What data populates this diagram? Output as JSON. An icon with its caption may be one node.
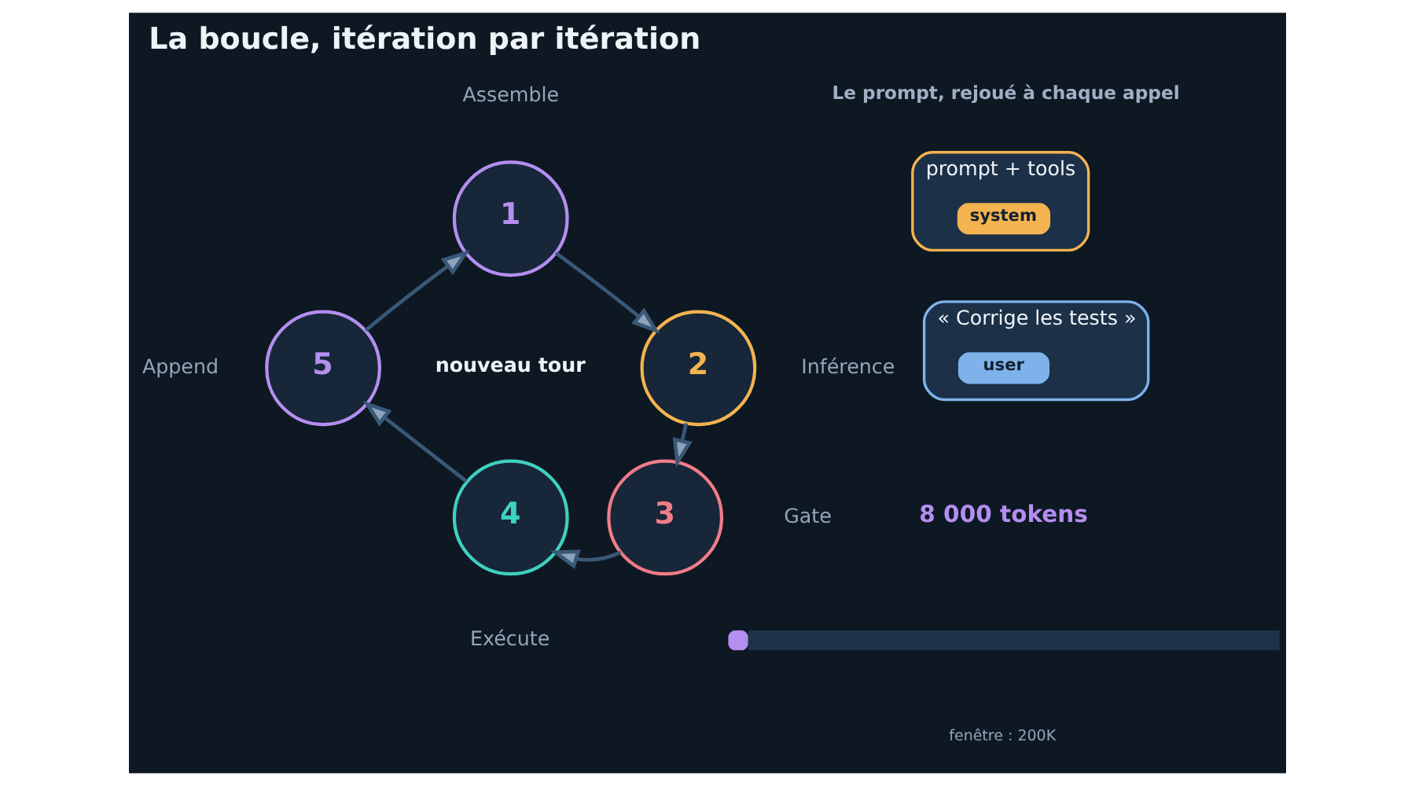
{
  "diagram": {
    "title": "La boucle, itération par itération",
    "nodes": [
      {
        "text": [
          "1"
        ],
        "beside": [
          "Assemble"
        ]
      },
      {
        "text": [
          "2"
        ],
        "beside": [
          "Inférence"
        ]
      },
      {
        "text": [
          "3"
        ],
        "beside": [
          "Gate"
        ]
      },
      {
        "text": [
          "4"
        ],
        "beside": [
          "Exécute"
        ]
      },
      {
        "text": [
          "5"
        ],
        "beside": [
          "Append"
        ]
      },
      {
        "text": [
          "prompt + tools"
        ]
      },
      {
        "text": [
          "system"
        ],
        "in": 5
      },
      {
        "text": [
          "« Corrige les tests »"
        ]
      },
      {
        "text": [
          "user"
        ],
        "in": 7
      },
      {
        "text": [],
        "shape": "bar"
      }
    ],
    "edges": [
      {
        "from": 0,
        "to": 1,
        "arrow": "to"
      },
      {
        "from": 1,
        "to": 2,
        "arrow": "to"
      },
      {
        "from": 2,
        "to": 3,
        "arrow": "to"
      },
      {
        "from": 3,
        "to": 4,
        "arrow": "to"
      },
      {
        "from": 4,
        "to": 0,
        "arrow": "to"
      }
    ],
    "labels": [
      "nouveau tour",
      "Le prompt, rejoué à chaque appel",
      "8 000 tokens",
      "fenêtre : 200K"
    ]
  }
}
